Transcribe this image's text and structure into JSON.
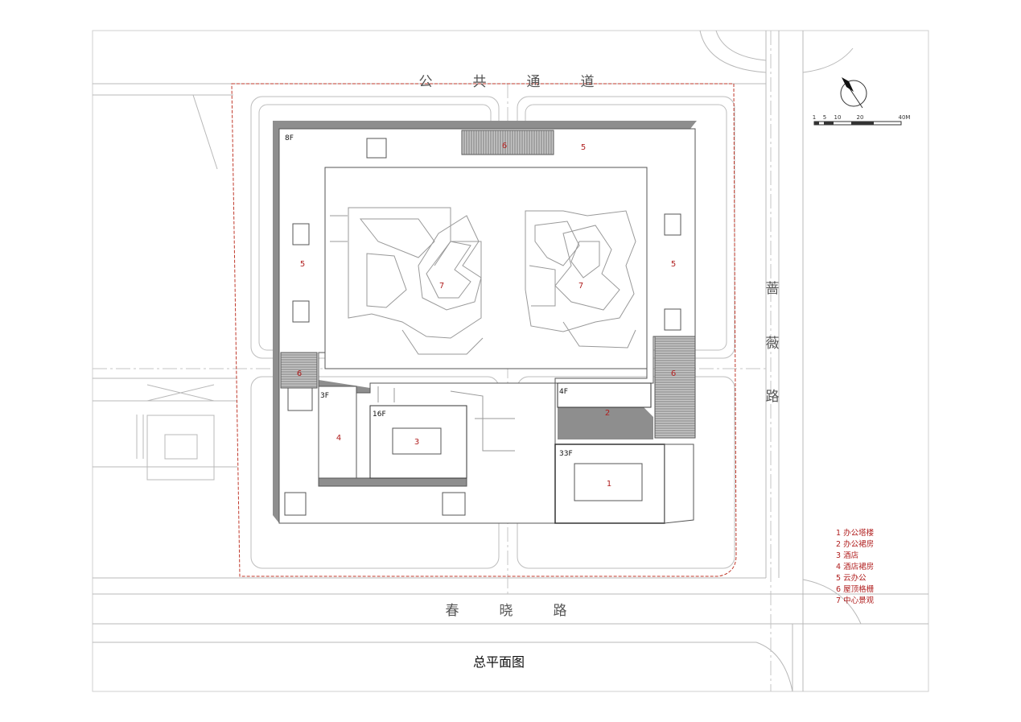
{
  "title": "总平面图",
  "roads": {
    "north": [
      "公",
      "共",
      "通",
      "道"
    ],
    "south": [
      "春",
      "晓",
      "路"
    ],
    "east": [
      "蔷",
      "薇",
      "路"
    ]
  },
  "floors": {
    "f8": "8F",
    "f3": "3F",
    "f16": "16F",
    "f4": "4F",
    "f33": "33F"
  },
  "zones": {
    "north_pergola": "6",
    "north_cloud": "5",
    "west_cloud": "5",
    "east_cloud": "5",
    "west_landscape": "7",
    "east_landscape": "7",
    "west_pergola": "6",
    "east_pergola": "6",
    "hotel_podium": "4",
    "hotel": "3",
    "office_podium": "2",
    "office_tower": "1"
  },
  "legend": [
    "1 办公塔楼",
    "2 办公裙房",
    "3 酒店",
    "4 酒店裙房",
    "5 云办公",
    "6 屋顶格栅",
    "7 中心景观"
  ],
  "scale_bar": {
    "ticks": [
      "1",
      "5",
      "10",
      "20",
      "40M"
    ]
  },
  "compass_icon": "north-arrow-icon",
  "colors": {
    "line": "#8c8c8c",
    "shadow": "#8e8e8e",
    "boundary": "#c0392b",
    "label_red": "#b01e1e"
  }
}
